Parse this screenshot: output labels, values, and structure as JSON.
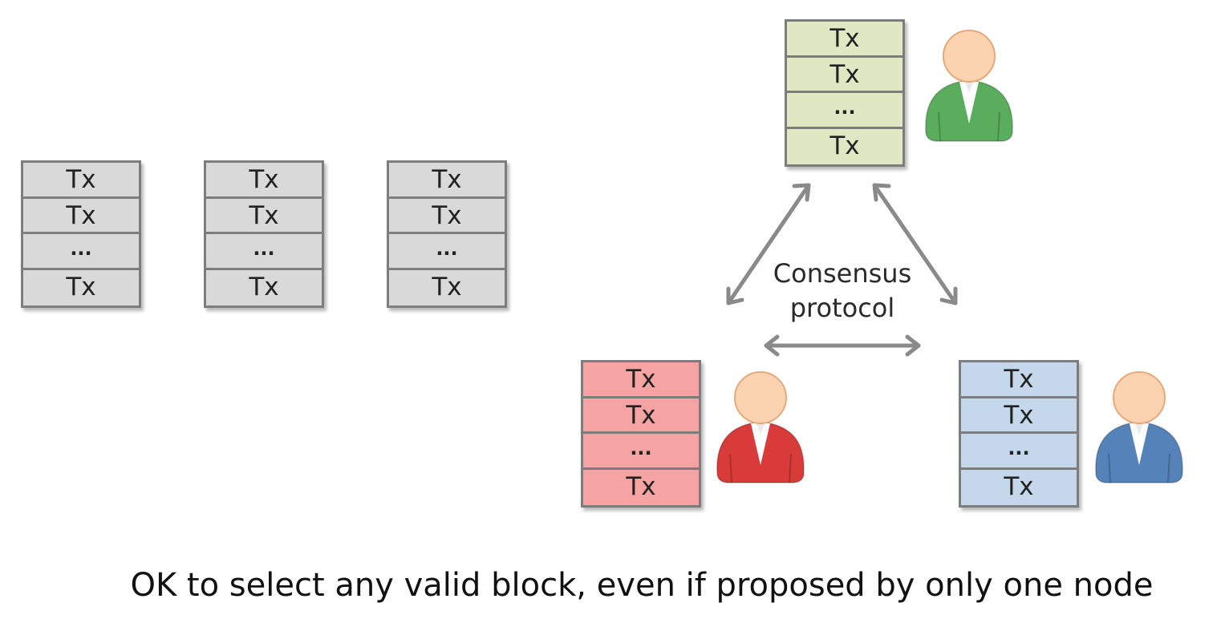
{
  "block_cells": [
    "Tx",
    "Tx",
    "...",
    "Tx"
  ],
  "colors": {
    "pool_block": "#d9d9d9",
    "green_block": "#dfe8c2",
    "red_block": "#f5a3a3",
    "blue_block": "#c5d7ea",
    "green_person": "#5aad5c",
    "red_person": "#d93a3a",
    "blue_person": "#5582b8",
    "skin": "#fbd3b0",
    "arrow": "#8a8a8a"
  },
  "consensus_label": {
    "line1": "Consensus",
    "line2": "protocol"
  },
  "caption": "OK to select any valid block, even if proposed by only one node"
}
